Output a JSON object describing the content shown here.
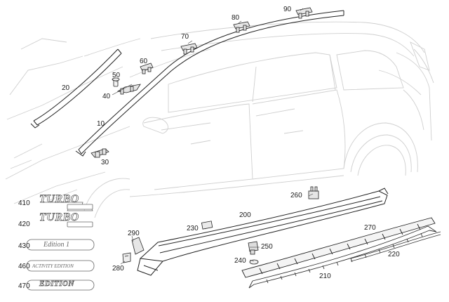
{
  "parts": {
    "p10": "10",
    "p20": "20",
    "p30": "30",
    "p40": "40",
    "p50": "50",
    "p60": "60",
    "p70": "70",
    "p80": "80",
    "p90": "90",
    "p200": "200",
    "p210": "210",
    "p220": "220",
    "p230": "230",
    "p240": "240",
    "p250": "250",
    "p260": "260",
    "p270": "270",
    "p280": "280",
    "p290": "290",
    "p410": "410",
    "p420": "420",
    "p430": "430",
    "p460": "460",
    "p470": "470"
  },
  "badges": {
    "b410_word": "TURBO",
    "b420_word": "TURBO",
    "b430_text": "Edition 1",
    "b460_text": "ACTIVITY EDITION",
    "b470_text": "EDITION"
  }
}
